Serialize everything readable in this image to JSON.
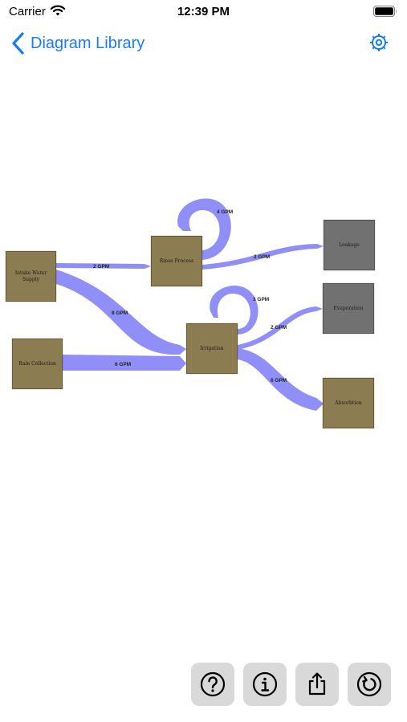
{
  "status_bar": {
    "carrier": "Carrier",
    "time": "12:39 PM"
  },
  "nav": {
    "back_label": "Diagram Library"
  },
  "colors": {
    "accent": "#1a7cf5",
    "flow": "#8f8ff7",
    "node": "#8c7c52",
    "sink": "#717171"
  },
  "diagram": {
    "nodes": [
      {
        "id": "intake",
        "label": "Intake Water Supply"
      },
      {
        "id": "rain",
        "label": "Rain Collection"
      },
      {
        "id": "rinse",
        "label": "Rinse Process"
      },
      {
        "id": "irrigation",
        "label": "Irrigation"
      },
      {
        "id": "leakage",
        "label": "Leakage"
      },
      {
        "id": "evaporation",
        "label": "Evaporation"
      },
      {
        "id": "absorbtion",
        "label": "Absorbtion"
      }
    ],
    "flows": [
      {
        "from": "intake",
        "to": "rinse",
        "label": "2 GPM"
      },
      {
        "from": "rinse",
        "to": "rinse",
        "label": "4 GPM"
      },
      {
        "from": "rinse",
        "to": "leakage",
        "label": "2 GPM"
      },
      {
        "from": "intake",
        "to": "irrigation",
        "label": "8 GPM"
      },
      {
        "from": "rain",
        "to": "irrigation",
        "label": "6 GPM"
      },
      {
        "from": "irrigation",
        "to": "irrigation",
        "label": "3 GPM"
      },
      {
        "from": "irrigation",
        "to": "evaporation",
        "label": "2 GPM"
      },
      {
        "from": "irrigation",
        "to": "absorbtion",
        "label": "6 GPM"
      }
    ]
  },
  "toolbar": {
    "help_icon": "question-circle-icon",
    "info_icon": "info-circle-icon",
    "share_icon": "share-icon",
    "reset_icon": "reset-icon"
  }
}
